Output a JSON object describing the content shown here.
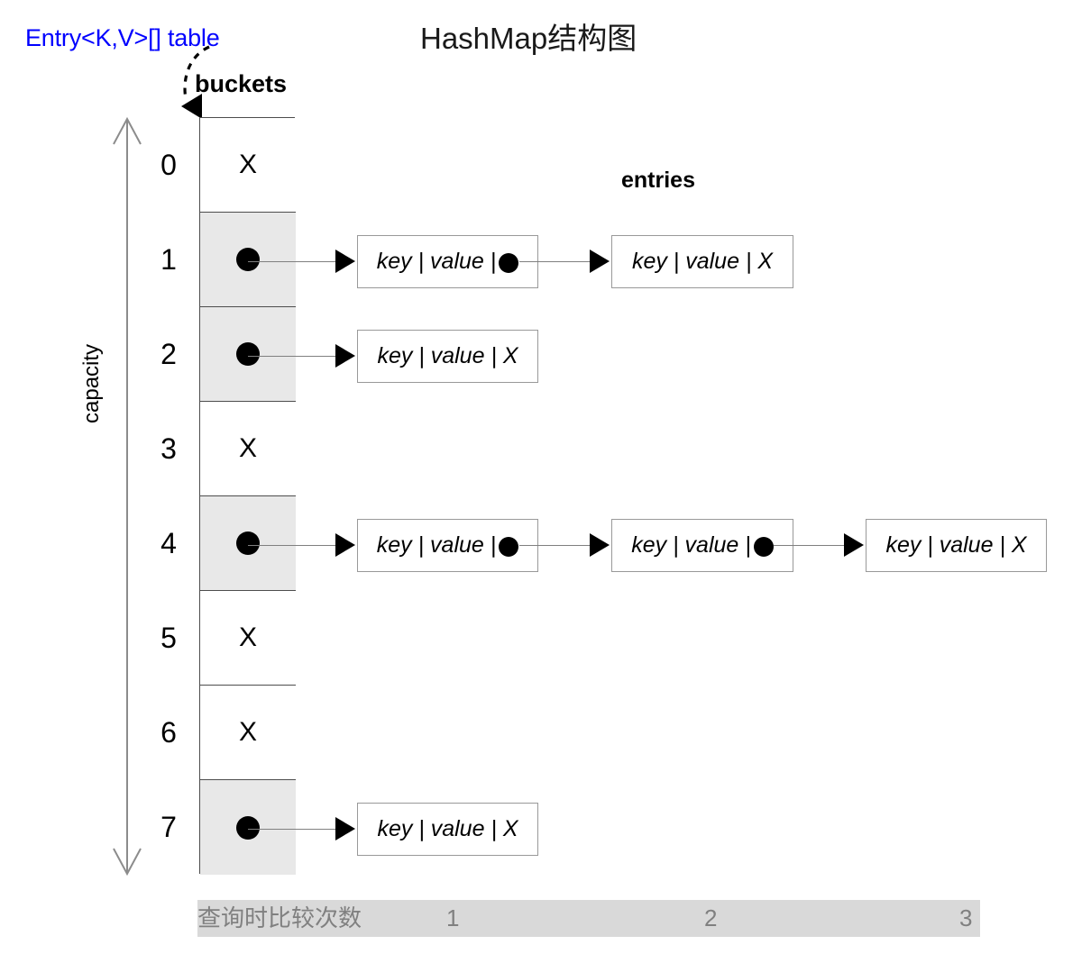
{
  "title": "HashMap结构图",
  "labels": {
    "table_ref": "Entry<K,V>[] table",
    "buckets": "buckets",
    "entries": "entries",
    "capacity": "capacity"
  },
  "colors": {
    "table_ref_color": "#0000ff",
    "bucket_filled": "#e8e8e8",
    "bucket_empty": "#ffffff",
    "bar_background": "#d9d9d9",
    "bar_text": "#808080",
    "stroke": "#4d4d4d",
    "arrow": "#000000"
  },
  "buckets": {
    "capacity": 8,
    "null_glyph": "X",
    "cells": [
      {
        "index": "0",
        "state": "null",
        "glyph": "X"
      },
      {
        "index": "1",
        "state": "pointer",
        "glyph": ""
      },
      {
        "index": "2",
        "state": "pointer",
        "glyph": ""
      },
      {
        "index": "3",
        "state": "null",
        "glyph": "X"
      },
      {
        "index": "4",
        "state": "pointer",
        "glyph": ""
      },
      {
        "index": "5",
        "state": "null",
        "glyph": "X"
      },
      {
        "index": "6",
        "state": "null",
        "glyph": "X"
      },
      {
        "index": "7",
        "state": "pointer",
        "glyph": ""
      }
    ]
  },
  "entry_template": {
    "key": "key",
    "sep": "|",
    "value": "value",
    "next_null": "X",
    "text_with_next": "key | value |",
    "text_with_null": "key | value |  X"
  },
  "chains": [
    {
      "bucket": "1",
      "entries": [
        {
          "text": "key | value |",
          "next": "pointer"
        },
        {
          "text": "key | value |  X",
          "next": "null"
        }
      ]
    },
    {
      "bucket": "2",
      "entries": [
        {
          "text": "key | value |  X",
          "next": "null"
        }
      ]
    },
    {
      "bucket": "4",
      "entries": [
        {
          "text": "key | value |",
          "next": "pointer"
        },
        {
          "text": "key | value |",
          "next": "pointer"
        },
        {
          "text": "key | value |  X",
          "next": "null"
        }
      ]
    },
    {
      "bucket": "7",
      "entries": [
        {
          "text": "key | value |  X",
          "next": "null"
        }
      ]
    }
  ],
  "compare_bar": {
    "label": "查询时比较次数",
    "counts": [
      "1",
      "2",
      "3"
    ]
  }
}
